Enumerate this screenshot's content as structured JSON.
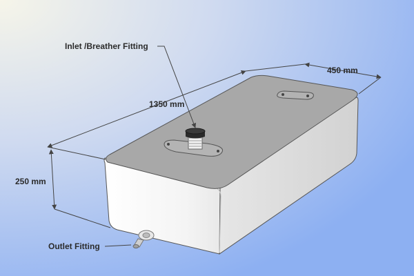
{
  "labels": {
    "inlet": "Inlet /Breather Fitting",
    "length": "1350 mm",
    "width": "450 mm",
    "height": "250 mm",
    "outlet": "Outlet Fitting"
  },
  "colors": {
    "background_light": "#f1f1e6",
    "background_blue": "#8fb2f2",
    "tank_top": "#a8a8a8",
    "tank_front": "#f6f6f6",
    "tank_side": "#dcdcdc",
    "fitting": "#2a2a2a"
  }
}
